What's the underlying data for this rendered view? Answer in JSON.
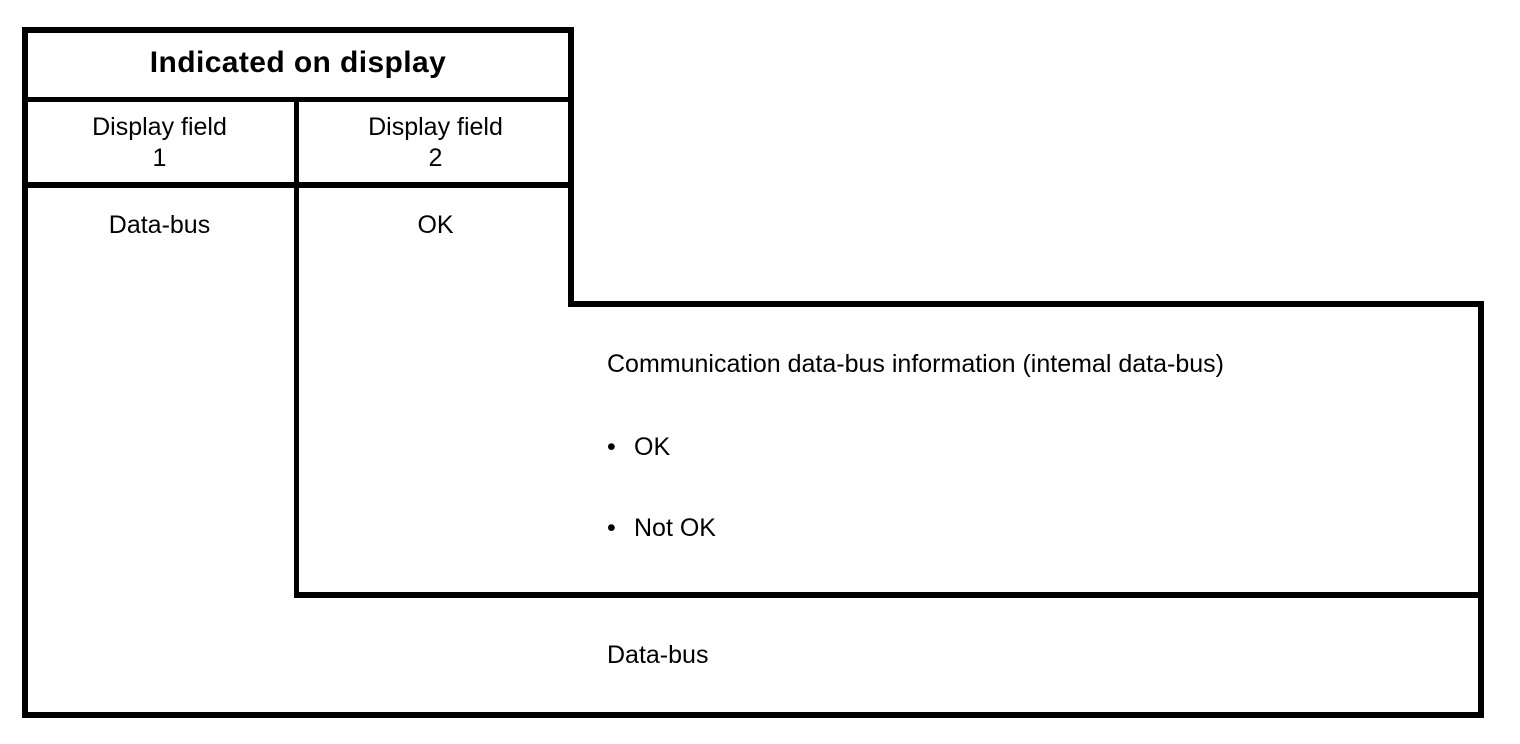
{
  "figure": {
    "table": {
      "title": "Indicated on display",
      "columns": [
        {
          "header": "Display field\n1"
        },
        {
          "header": "Display field\n2"
        }
      ],
      "rows": [
        {
          "field_1": "Data-bus",
          "field_2": "OK"
        }
      ]
    },
    "detail_panel": {
      "heading": "Communication data-bus information (intemal data-bus)",
      "bullet_glyph": "•",
      "bullets": [
        "OK",
        "Not OK"
      ]
    },
    "footer": {
      "label": "Data-bus"
    },
    "style": {
      "line_color": "#000000",
      "background": "#ffffff"
    }
  }
}
